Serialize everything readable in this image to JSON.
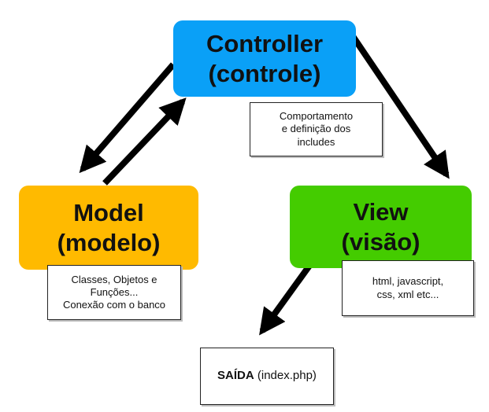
{
  "diagram": {
    "controller": {
      "title_line1": "Controller",
      "title_line2": "(controle)",
      "color": "#0aa0f7"
    },
    "model": {
      "title_line1": "Model",
      "title_line2": "(modelo)",
      "color": "#ffba00"
    },
    "view": {
      "title_line1": "View",
      "title_line2": "(visão)",
      "color": "#44cc00"
    },
    "notes": {
      "controller": [
        "Comportamento",
        "e definição dos",
        "includes"
      ],
      "model": [
        "Classes, Objetos e",
        "Funções...",
        "Conexão com o banco"
      ],
      "view": [
        "html, javascript,",
        "css, xml etc..."
      ]
    },
    "output": {
      "label_bold": "SAÍDA",
      "label_rest": " (index.php)"
    },
    "arrow_color": "#000000"
  }
}
